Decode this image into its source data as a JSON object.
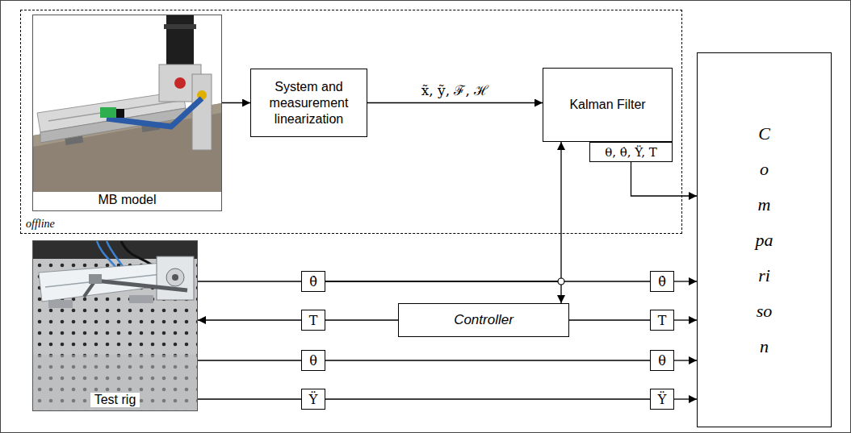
{
  "diagram": {
    "nodes": [
      {
        "text": [
          "offline"
        ]
      },
      {
        "text": [
          "MB model"
        ],
        "in": 0
      },
      {
        "text": [
          "System and measurement linearization"
        ],
        "in": 0
      },
      {
        "text": [
          "Kalman Filter"
        ],
        "in": 0
      },
      {
        "text": [
          "θ, θ̇, Ÿ, T"
        ],
        "in": 0
      },
      {
        "text": [
          "Comparison"
        ]
      },
      {
        "text": [
          "Test rig"
        ]
      },
      {
        "text": [
          "θ̇"
        ]
      },
      {
        "text": [
          "θ̇"
        ]
      },
      {
        "text": [
          "T"
        ]
      },
      {
        "text": [
          "Controller"
        ]
      },
      {
        "text": [
          "T"
        ]
      },
      {
        "text": [
          "θ"
        ]
      },
      {
        "text": [
          "θ"
        ]
      },
      {
        "text": [
          "Ÿ"
        ]
      },
      {
        "text": [
          "Ÿ"
        ]
      }
    ],
    "edges": [
      {
        "from": 1,
        "to": 2,
        "arrow": "to"
      },
      {
        "from": 2,
        "to": 3,
        "arrow": "to",
        "label": "x̃, ỹ, ℱ, ℋ"
      },
      {
        "from": 4,
        "to": 5,
        "arrow": "to"
      },
      {
        "from": 6,
        "to": 7,
        "arrow": "none"
      },
      {
        "from": 7,
        "to": 8,
        "arrow": "none"
      },
      {
        "from": 8,
        "to": 5,
        "arrow": "to"
      },
      {
        "from": 7,
        "to": 3,
        "arrow": "to"
      },
      {
        "from": 7,
        "to": 10,
        "arrow": "to"
      },
      {
        "from": 10,
        "to": 9,
        "arrow": "none"
      },
      {
        "from": 9,
        "to": 6,
        "arrow": "to"
      },
      {
        "from": 10,
        "to": 11,
        "arrow": "none"
      },
      {
        "from": 11,
        "to": 5,
        "arrow": "to"
      },
      {
        "from": 6,
        "to": 12,
        "arrow": "none"
      },
      {
        "from": 12,
        "to": 13,
        "arrow": "none"
      },
      {
        "from": 13,
        "to": 5,
        "arrow": "to"
      },
      {
        "from": 6,
        "to": 14,
        "arrow": "none"
      },
      {
        "from": 14,
        "to": 15,
        "arrow": "none"
      },
      {
        "from": 15,
        "to": 5,
        "arrow": "to"
      }
    ]
  }
}
